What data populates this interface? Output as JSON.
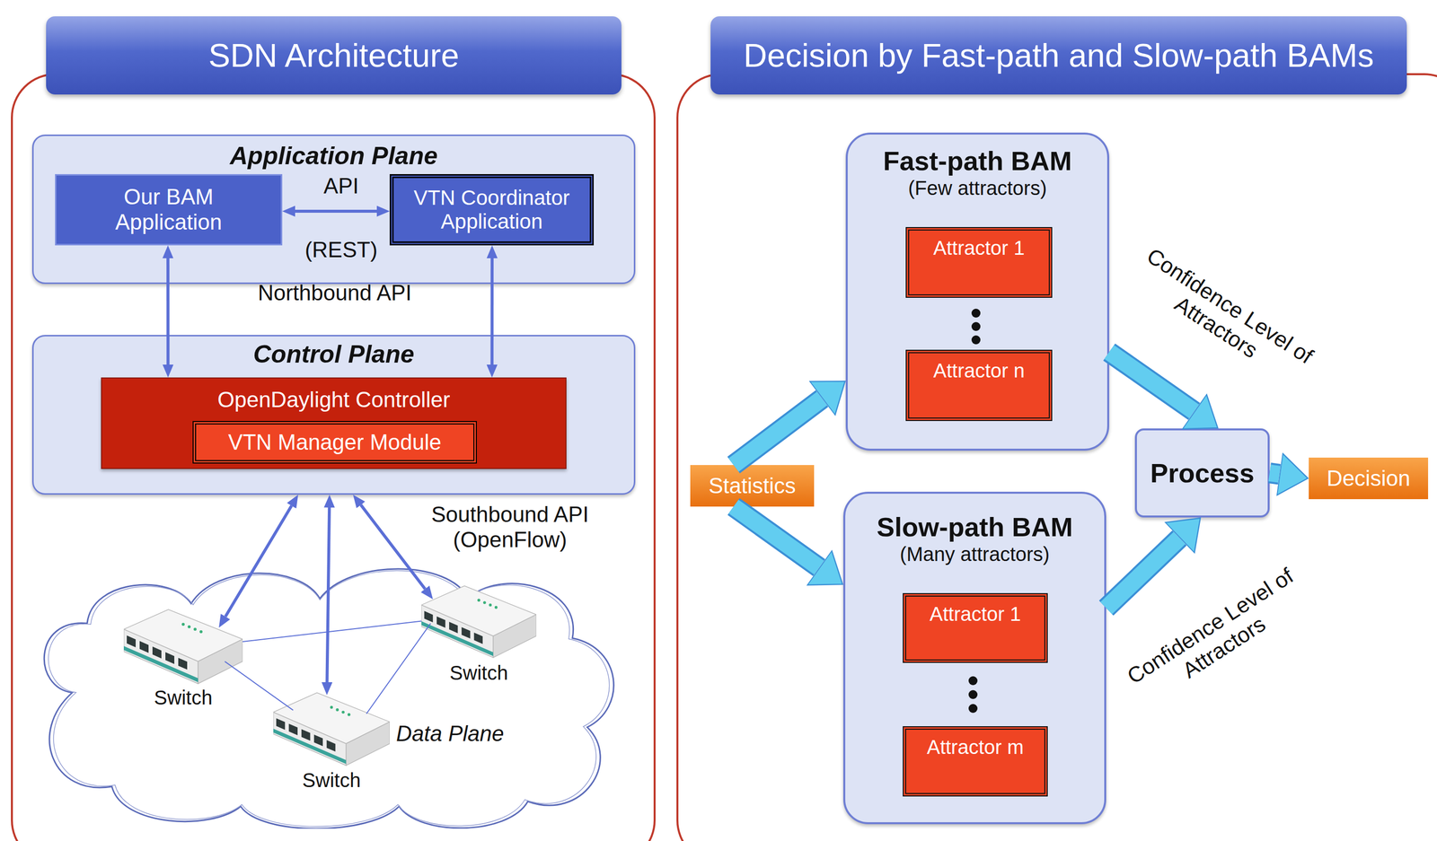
{
  "diagram": {
    "nodes": [
      {
        "text": [
          "SDN Architecture"
        ]
      },
      {
        "text": [
          "Decision by Fast-path and Slow-path BAMs"
        ]
      },
      {
        "text": [
          "Application Plane"
        ],
        "in": 0
      },
      {
        "text": [
          "Our BAM Application"
        ],
        "in": 2
      },
      {
        "text": [
          "VTN Coordinator Application"
        ],
        "in": 2
      },
      {
        "text": [
          "Control Plane"
        ],
        "in": 0
      },
      {
        "text": [
          "OpenDaylight Controller"
        ],
        "in": 5
      },
      {
        "text": [
          "VTN Manager Module"
        ],
        "in": 6
      },
      {
        "text": [
          "Data Plane"
        ],
        "in": 0
      },
      {
        "text": [
          "Switch"
        ],
        "in": 8
      },
      {
        "text": [
          "Switch"
        ],
        "in": 8
      },
      {
        "text": [
          "Switch"
        ],
        "in": 8
      },
      {
        "text": [
          "Statistics"
        ],
        "in": 1
      },
      {
        "text": [
          "Fast-path BAM",
          "(Few attractors)"
        ],
        "in": 1
      },
      {
        "text": [
          "Attractor 1"
        ],
        "in": 13
      },
      {
        "text": [
          "Attractor n"
        ],
        "in": 13
      },
      {
        "text": [
          "Slow-path BAM",
          "(Many attractors)"
        ],
        "in": 1
      },
      {
        "text": [
          "Attractor 1"
        ],
        "in": 16
      },
      {
        "text": [
          "Attractor m"
        ],
        "in": 16
      },
      {
        "text": [
          "Process"
        ],
        "in": 1
      },
      {
        "text": [
          "Decision"
        ],
        "in": 1
      }
    ],
    "edges": [
      {
        "from": 3,
        "to": 4,
        "arrow": "both",
        "label": "API"
      },
      {
        "from": 3,
        "to": 6,
        "arrow": "both"
      },
      {
        "from": 4,
        "to": 6,
        "arrow": "both"
      },
      {
        "from": 5,
        "to": 9,
        "arrow": "both"
      },
      {
        "from": 5,
        "to": 10,
        "arrow": "both"
      },
      {
        "from": 5,
        "to": 11,
        "arrow": "both"
      },
      {
        "from": 9,
        "to": 10,
        "arrow": "none"
      },
      {
        "from": 9,
        "to": 11,
        "arrow": "none"
      },
      {
        "from": 10,
        "to": 11,
        "arrow": "none"
      },
      {
        "from": 12,
        "to": 13,
        "arrow": "to"
      },
      {
        "from": 12,
        "to": 16,
        "arrow": "to"
      },
      {
        "from": 13,
        "to": 19,
        "arrow": "to",
        "label": "Confidence Level of Attractors"
      },
      {
        "from": 16,
        "to": 19,
        "arrow": "to",
        "label": "Confidence Level of Attractors"
      },
      {
        "from": 19,
        "to": 20,
        "arrow": "to"
      }
    ],
    "labels": [
      "(REST)",
      "Northbound API",
      "Southbound API (OpenFlow)"
    ]
  }
}
